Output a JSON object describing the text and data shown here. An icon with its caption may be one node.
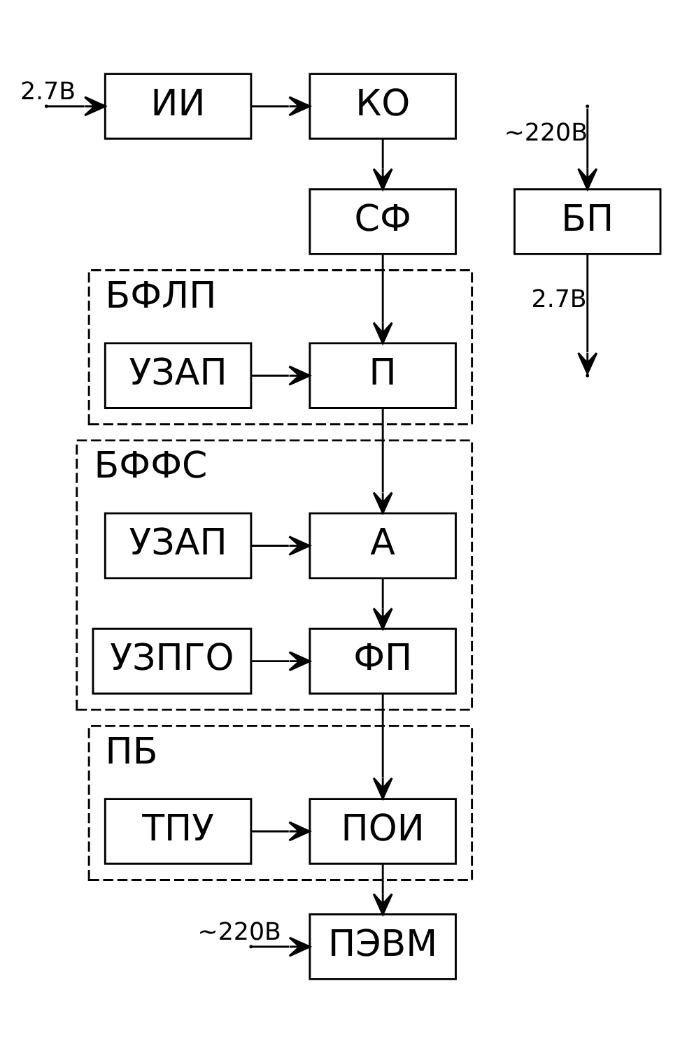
{
  "diagram": {
    "nodes": [
      {
        "text": [
          "ИИ"
        ]
      },
      {
        "text": [
          "КО"
        ]
      },
      {
        "text": [
          "СФ"
        ]
      },
      {
        "text": [
          "БФЛП"
        ]
      },
      {
        "text": [
          "УЗАП"
        ],
        "in": 3
      },
      {
        "text": [
          "П"
        ],
        "in": 3
      },
      {
        "text": [
          "БФФС"
        ]
      },
      {
        "text": [
          "УЗАП"
        ],
        "in": 6
      },
      {
        "text": [
          "А"
        ],
        "in": 6
      },
      {
        "text": [
          "УЗПГО"
        ],
        "in": 6
      },
      {
        "text": [
          "ФП"
        ],
        "in": 6
      },
      {
        "text": [
          "ПБ"
        ]
      },
      {
        "text": [
          "ТПУ"
        ],
        "in": 11
      },
      {
        "text": [
          "ПОИ"
        ],
        "in": 11
      },
      {
        "text": [
          "ПЭВМ"
        ]
      },
      {
        "text": [
          "БП"
        ]
      }
    ],
    "edges": [
      {
        "from": null,
        "to": 0,
        "arrow": "to",
        "label": "2.7В"
      },
      {
        "from": 0,
        "to": 1,
        "arrow": "to"
      },
      {
        "from": 1,
        "to": 2,
        "arrow": "to"
      },
      {
        "from": 2,
        "to": 5,
        "arrow": "to"
      },
      {
        "from": 4,
        "to": 5,
        "arrow": "to"
      },
      {
        "from": 5,
        "to": 8,
        "arrow": "to"
      },
      {
        "from": 7,
        "to": 8,
        "arrow": "to"
      },
      {
        "from": 8,
        "to": 10,
        "arrow": "to"
      },
      {
        "from": 9,
        "to": 10,
        "arrow": "to"
      },
      {
        "from": 10,
        "to": 13,
        "arrow": "to"
      },
      {
        "from": 12,
        "to": 13,
        "arrow": "to"
      },
      {
        "from": 13,
        "to": 14,
        "arrow": "to"
      },
      {
        "from": null,
        "to": 14,
        "arrow": "to",
        "label": "~220В"
      },
      {
        "from": 15,
        "to": null,
        "arrow": "to",
        "label": "2.7В"
      },
      {
        "from": null,
        "to": 15,
        "arrow": "to",
        "label": "~220В"
      }
    ]
  }
}
